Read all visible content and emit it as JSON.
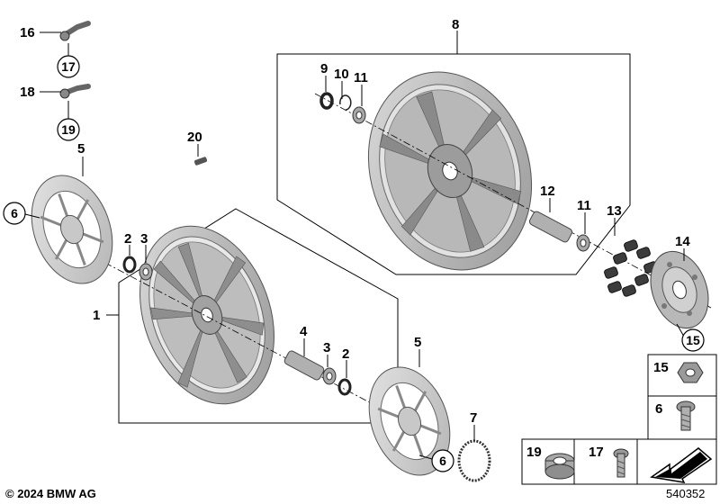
{
  "labels": {
    "l1": "1",
    "l2a": "2",
    "l3a": "3",
    "l2b": "2",
    "l3b": "3",
    "l4": "4",
    "l5a": "5",
    "l5b": "5",
    "l6a": "6",
    "l6b": "6",
    "l6c": "6",
    "l7": "7",
    "l8": "8",
    "l9": "9",
    "l10": "10",
    "l11a": "11",
    "l11b": "11",
    "l12": "12",
    "l13": "13",
    "l14": "14",
    "l15a": "15",
    "l15b": "15",
    "l16": "16",
    "l17a": "17",
    "l17b": "17",
    "l18": "18",
    "l19a": "19",
    "l19b": "19",
    "l20": "20"
  },
  "footer": {
    "copyright": "© 2024 BMW AG",
    "document_number": "540352"
  },
  "colors": {
    "wheel_fill": "#c4c4c4",
    "wheel_dark": "#8a8a8a",
    "disc_fill": "#d2d2d2",
    "rubber": "#3c3c3c",
    "line": "#000000"
  }
}
